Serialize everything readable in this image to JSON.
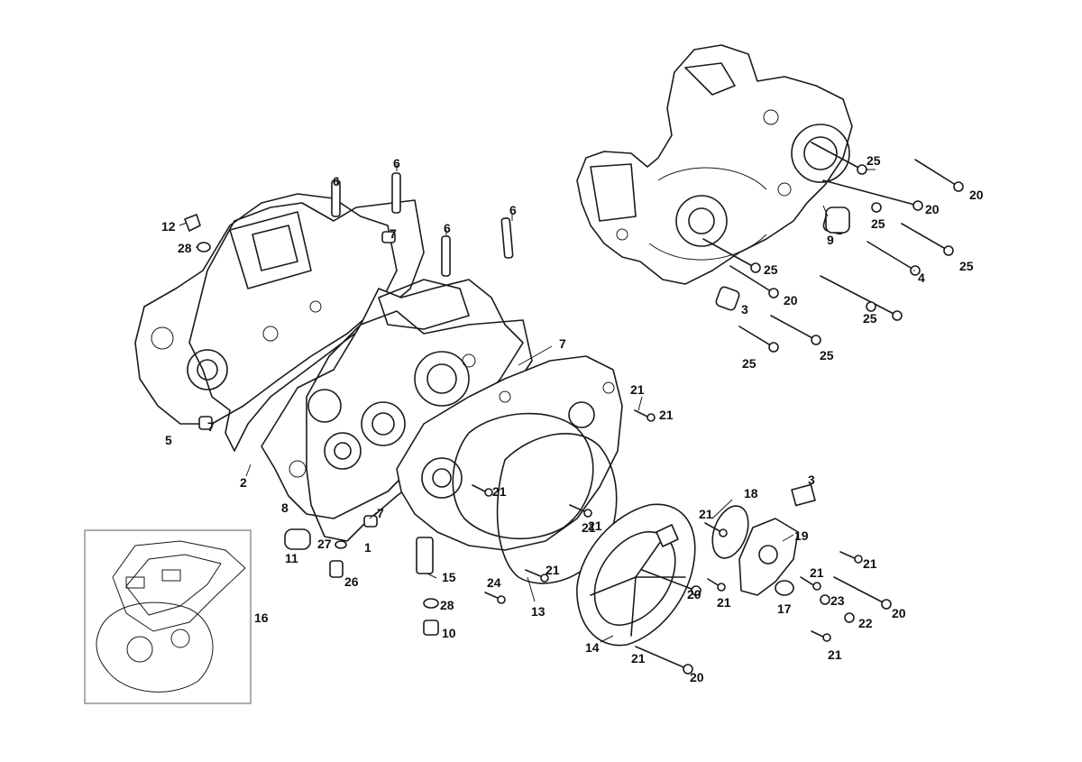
{
  "callouts": [
    {
      "id": "c-6a",
      "text": "6"
    },
    {
      "id": "c-6b",
      "text": "6"
    },
    {
      "id": "c-6c",
      "text": "6"
    },
    {
      "id": "c-6d",
      "text": "6"
    },
    {
      "id": "c-12",
      "text": "12"
    },
    {
      "id": "c-28a",
      "text": "28"
    },
    {
      "id": "c-7a",
      "text": "7"
    },
    {
      "id": "c-7b",
      "text": "7"
    },
    {
      "id": "c-7c",
      "text": "7"
    },
    {
      "id": "c-7d",
      "text": "7"
    },
    {
      "id": "c-5",
      "text": "5"
    },
    {
      "id": "c-2",
      "text": "2"
    },
    {
      "id": "c-8",
      "text": "8"
    },
    {
      "id": "c-1",
      "text": "1"
    },
    {
      "id": "c-11",
      "text": "11"
    },
    {
      "id": "c-27",
      "text": "27"
    },
    {
      "id": "c-26",
      "text": "26"
    },
    {
      "id": "c-15",
      "text": "15"
    },
    {
      "id": "c-28b",
      "text": "28"
    },
    {
      "id": "c-10",
      "text": "10"
    },
    {
      "id": "c-24",
      "text": "24"
    },
    {
      "id": "c-13",
      "text": "13"
    },
    {
      "id": "c-14",
      "text": "14"
    },
    {
      "id": "c-16",
      "text": "16"
    },
    {
      "id": "c-21a",
      "text": "21"
    },
    {
      "id": "c-21b",
      "text": "21"
    },
    {
      "id": "c-21c",
      "text": "21"
    },
    {
      "id": "c-21d",
      "text": "21"
    },
    {
      "id": "c-21e",
      "text": "21"
    },
    {
      "id": "c-21f",
      "text": "21"
    },
    {
      "id": "c-21g",
      "text": "21"
    },
    {
      "id": "c-21h",
      "text": "21"
    },
    {
      "id": "c-21i",
      "text": "21"
    },
    {
      "id": "c-21j",
      "text": "21"
    },
    {
      "id": "c-21k",
      "text": "21"
    },
    {
      "id": "c-21l",
      "text": "21"
    },
    {
      "id": "c-20a",
      "text": "20"
    },
    {
      "id": "c-20b",
      "text": "20"
    },
    {
      "id": "c-20c",
      "text": "20"
    },
    {
      "id": "c-20d",
      "text": "20"
    },
    {
      "id": "c-20e",
      "text": "20"
    },
    {
      "id": "c-20f",
      "text": "20"
    },
    {
      "id": "c-25a",
      "text": "25"
    },
    {
      "id": "c-25b",
      "text": "25"
    },
    {
      "id": "c-25c",
      "text": "25"
    },
    {
      "id": "c-25d",
      "text": "25"
    },
    {
      "id": "c-25e",
      "text": "25"
    },
    {
      "id": "c-25f",
      "text": "25"
    },
    {
      "id": "c-25g",
      "text": "25"
    },
    {
      "id": "c-9",
      "text": "9"
    },
    {
      "id": "c-4",
      "text": "4"
    },
    {
      "id": "c-3a",
      "text": "3"
    },
    {
      "id": "c-3b",
      "text": "3"
    },
    {
      "id": "c-18",
      "text": "18"
    },
    {
      "id": "c-19",
      "text": "19"
    },
    {
      "id": "c-17",
      "text": "17"
    },
    {
      "id": "c-23",
      "text": "23"
    },
    {
      "id": "c-22",
      "text": "22"
    }
  ]
}
